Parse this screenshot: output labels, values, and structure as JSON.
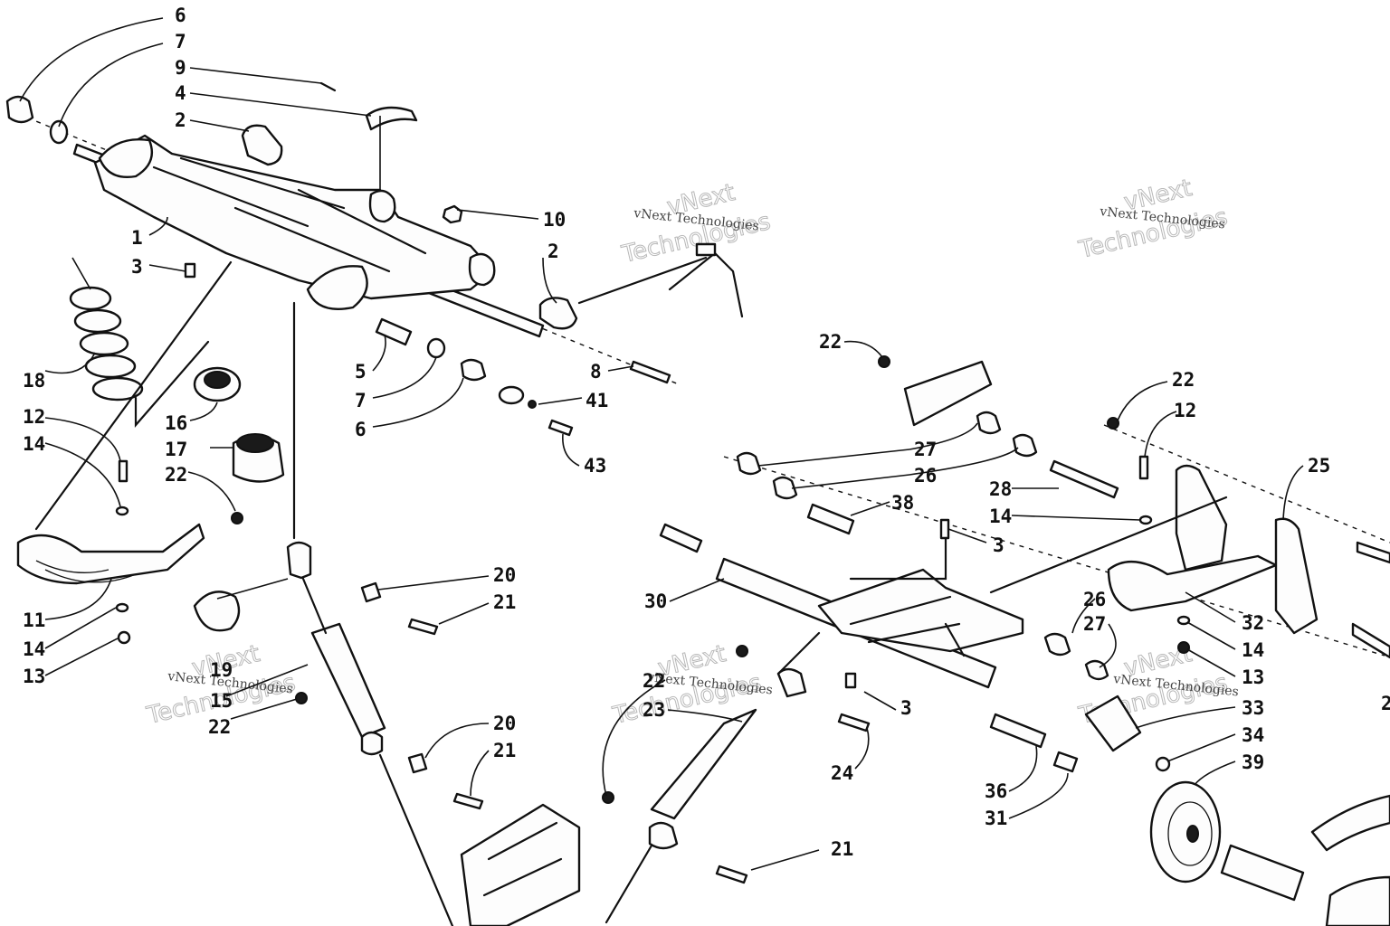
{
  "watermark": {
    "line1": "vNext",
    "line2": "Technologies",
    "caption": "vNext Technologies"
  },
  "callouts": {
    "c6a": "6",
    "c7a": "7",
    "c9": "9",
    "c4": "4",
    "c2a": "2",
    "c10": "10",
    "c2b": "2",
    "c1": "1",
    "c3a": "3",
    "c18": "18",
    "c5": "5",
    "c7b": "7",
    "c6b": "6",
    "c8": "8",
    "c41": "41",
    "c43": "43",
    "c16": "16",
    "c17": "17",
    "c12a": "12",
    "c14a": "14",
    "c22a": "22",
    "c11": "11",
    "c14b": "14",
    "c13a": "13",
    "c20a": "20",
    "c21a": "21",
    "c19": "19",
    "c15": "15",
    "c22b": "22",
    "c20b": "20",
    "c21b": "21",
    "c22c": "22",
    "c22d": "22",
    "c12b": "12",
    "c25": "25",
    "c27a": "27",
    "c26a": "26",
    "c38": "38",
    "c28": "28",
    "c14c": "14",
    "c3b": "3",
    "c30": "30",
    "c26b": "26",
    "c27b": "27",
    "c32": "32",
    "c14d": "14",
    "c13b": "13",
    "c22e": "22",
    "c23": "23",
    "c3c": "3",
    "c24": "24",
    "c33": "33",
    "c34": "34",
    "c36": "36",
    "c31": "31",
    "c39": "39",
    "c21c": "21",
    "c2edge": "2"
  }
}
